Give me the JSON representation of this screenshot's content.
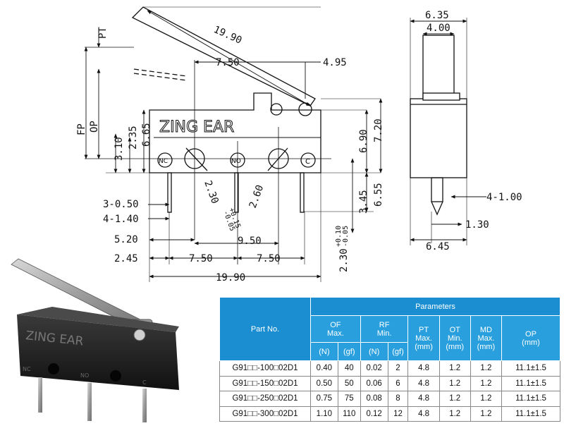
{
  "brand": "ZING EAR",
  "terminals": [
    "NC",
    "NO",
    "C"
  ],
  "side_view": {
    "dims": [
      "6.35",
      "4.00",
      "4-1.00",
      "1.30",
      "6.45"
    ]
  },
  "front_view": {
    "dims_top": [
      "19.90",
      "7.50",
      "4.95"
    ],
    "dims_left": [
      "PT",
      "FP",
      "OP",
      "3.10",
      "2.35",
      "6.65"
    ],
    "dims_right": [
      "6.90",
      "7.20",
      "3.45",
      "6.55"
    ],
    "hole_dims": [
      "2.30",
      "+0.15",
      "-0.05",
      "2.60",
      "+0.10",
      "-0.05"
    ],
    "dims_bottom": [
      "3-0.50",
      "4-1.40",
      "5.20",
      "2.45",
      "9.50",
      "7.50",
      "7.50",
      "19.90",
      "2.30"
    ]
  },
  "table": {
    "header_part": "Part No.",
    "header_params": "Parameters",
    "cols": [
      {
        "name": "OF",
        "sub": "Max.",
        "units": [
          "(N)",
          "(gf)"
        ]
      },
      {
        "name": "RF",
        "sub": "Min.",
        "units": [
          "(N)",
          "(gf)"
        ]
      },
      {
        "name": "PT",
        "sub": "Max.",
        "unit": "(mm)"
      },
      {
        "name": "OT",
        "sub": "Min.",
        "unit": "(mm)"
      },
      {
        "name": "MD",
        "sub": "Max.",
        "unit": "(mm)"
      },
      {
        "name": "OP",
        "sub": "",
        "unit": "(mm)"
      }
    ],
    "rows": [
      [
        "G91□□-100□02D1",
        "0.40",
        "40",
        "0.02",
        "2",
        "4.8",
        "1.2",
        "1.2",
        "11.1±1.5"
      ],
      [
        "G91□□-150□02D1",
        "0.50",
        "50",
        "0.06",
        "6",
        "4.8",
        "1.2",
        "1.2",
        "11.1±1.5"
      ],
      [
        "G91□□-250□02D1",
        "0.75",
        "75",
        "0.08",
        "8",
        "4.8",
        "1.2",
        "1.2",
        "11.1±1.5"
      ],
      [
        "G91□□-300□02D1",
        "1.10",
        "110",
        "0.12",
        "12",
        "4.8",
        "1.2",
        "1.2",
        "11.1±1.5"
      ]
    ]
  }
}
